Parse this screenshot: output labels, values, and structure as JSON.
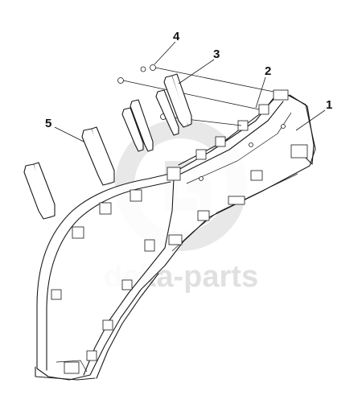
{
  "diagram": {
    "callouts": [
      {
        "id": "1",
        "label": "1"
      },
      {
        "id": "2",
        "label": "2"
      },
      {
        "id": "3",
        "label": "3"
      },
      {
        "id": "4",
        "label": "4"
      },
      {
        "id": "5",
        "label": "5"
      }
    ]
  },
  "watermark": {
    "text": "deka-parts",
    "logo_icon": "gp-logo-icon",
    "color": "#c8c8c8"
  }
}
